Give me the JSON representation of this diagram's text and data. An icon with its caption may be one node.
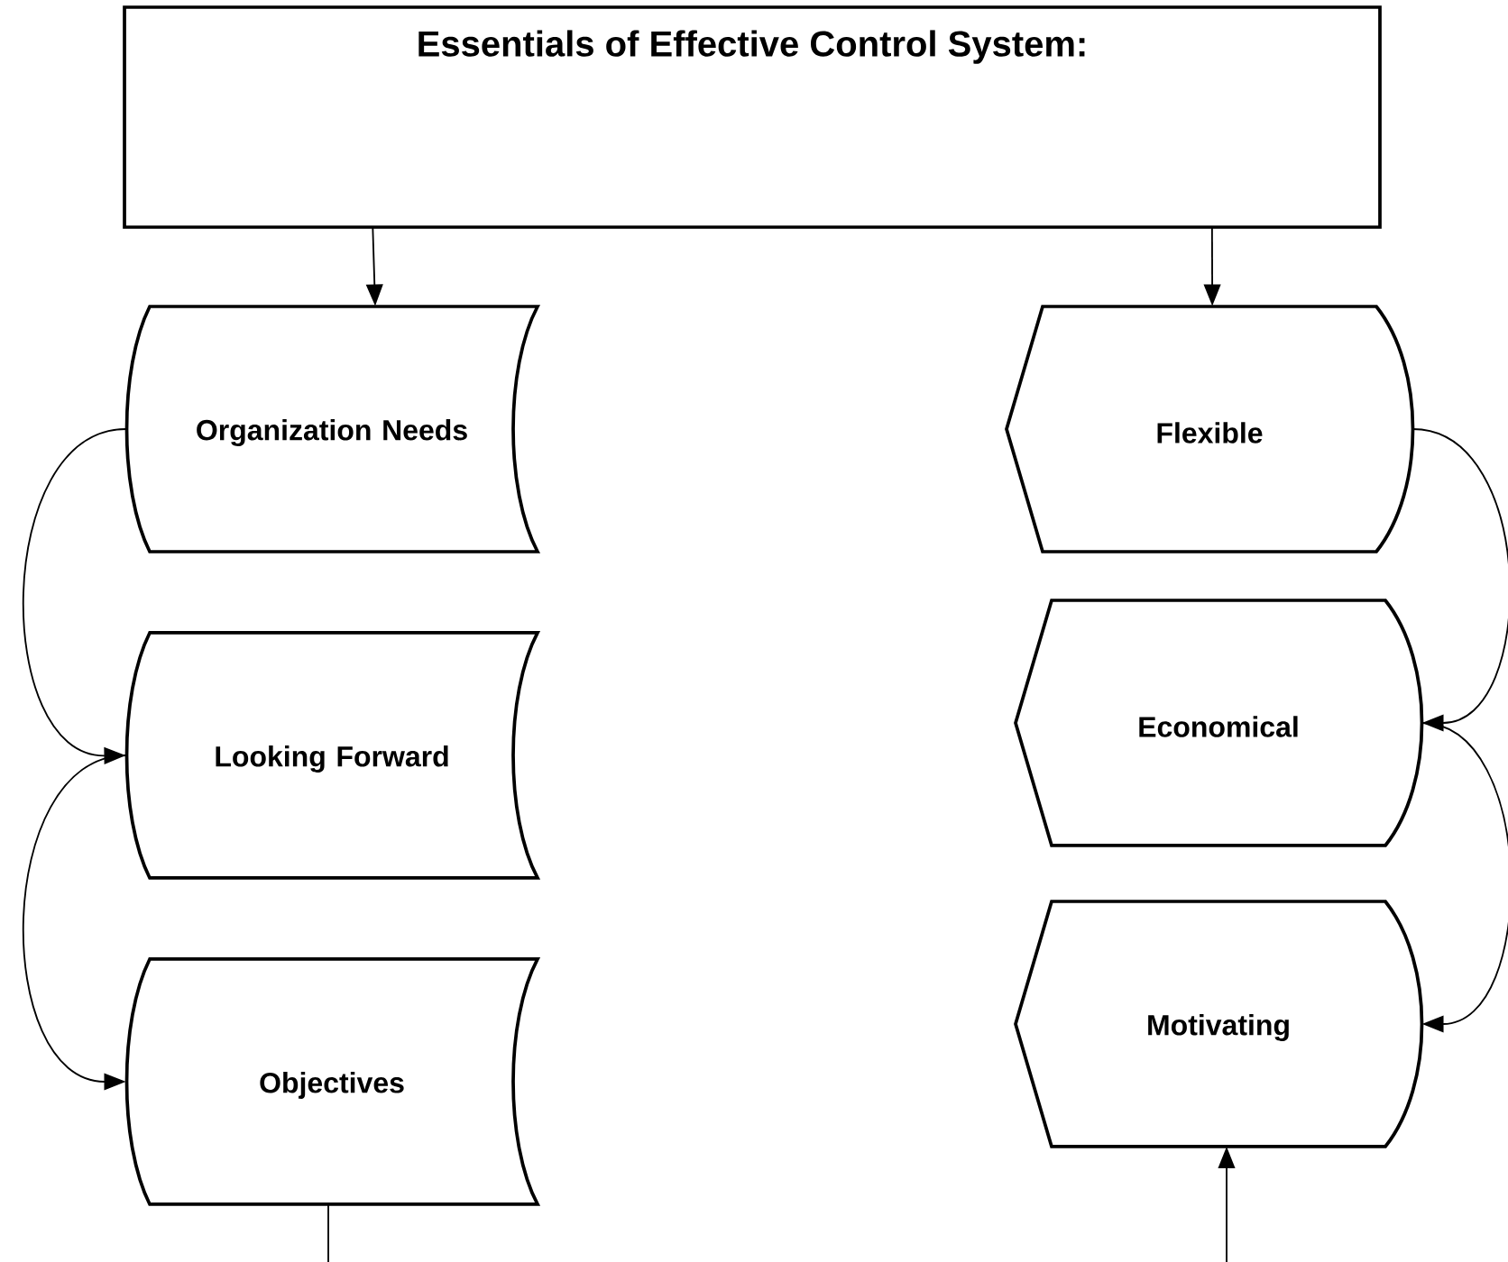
{
  "diagram": {
    "nodes": [
      {
        "text": [
          "Essentials of Effective Control System:"
        ]
      },
      {
        "text": [
          "Organization Needs"
        ]
      },
      {
        "text": [
          "Looking Forward"
        ]
      },
      {
        "text": [
          "Objectives"
        ]
      },
      {
        "text": [
          "Flexible"
        ]
      },
      {
        "text": [
          "Economical"
        ]
      },
      {
        "text": [
          "Motivating"
        ]
      }
    ],
    "edges": [
      {
        "from": 0,
        "to": 1,
        "arrow": "to"
      },
      {
        "from": 0,
        "to": 4,
        "arrow": "to"
      },
      {
        "from": 1,
        "to": 2,
        "arrow": "to"
      },
      {
        "from": 2,
        "to": 3,
        "arrow": "to"
      },
      {
        "from": 4,
        "to": 5,
        "arrow": "to"
      },
      {
        "from": 5,
        "to": 6,
        "arrow": "to"
      },
      {
        "from": 3,
        "to": null,
        "arrow": "none"
      },
      {
        "from": null,
        "to": 6,
        "arrow": "to"
      }
    ]
  }
}
